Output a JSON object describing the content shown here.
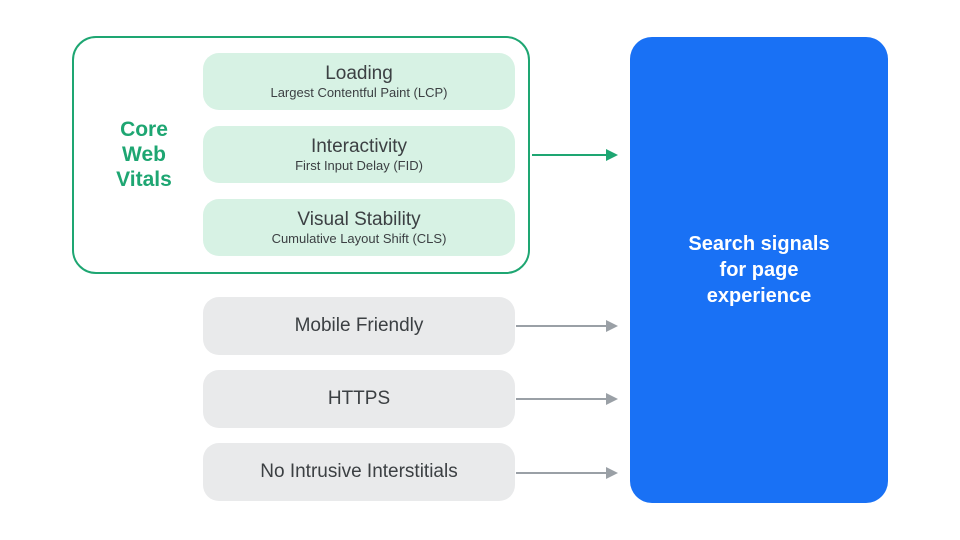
{
  "colors": {
    "background": "#ffffff",
    "green": "#1ea672",
    "green_fill": "#d7f2e4",
    "blue": "#1971f5",
    "gray_fill": "#e9eaeb",
    "gray_arrow": "#9aa0a6",
    "text_dark": "#3c4043"
  },
  "core_web_vitals": {
    "label_lines": [
      "Core",
      "Web",
      "Vitals"
    ],
    "items": [
      {
        "title": "Loading",
        "subtitle": "Largest Contentful Paint (LCP)"
      },
      {
        "title": "Interactivity",
        "subtitle": "First Input Delay (FID)"
      },
      {
        "title": "Visual Stability",
        "subtitle": "Cumulative Layout Shift (CLS)"
      }
    ]
  },
  "other_signals": [
    {
      "label": "Mobile Friendly"
    },
    {
      "label": "HTTPS"
    },
    {
      "label": "No Intrusive Interstitials"
    }
  ],
  "result_box": {
    "label_lines": [
      "Search signals",
      "for page",
      "experience"
    ]
  }
}
